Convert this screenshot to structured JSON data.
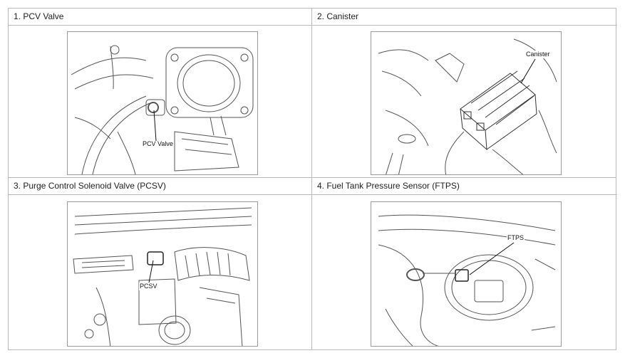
{
  "panels": [
    {
      "heading": "1. PCV Valve",
      "callout": "PCV Valve",
      "subject_icon": "pcv-valve-drawing"
    },
    {
      "heading": "2. Canister",
      "callout": "Canister",
      "subject_icon": "canister-drawing"
    },
    {
      "heading": "3. Purge Control Solenoid Valve (PCSV)",
      "callout": "PCSV",
      "subject_icon": "pcsv-drawing"
    },
    {
      "heading": "4. Fuel Tank Pressure Sensor (FTPS)",
      "callout": "FTPS",
      "subject_icon": "ftps-drawing"
    }
  ],
  "colors": {
    "border": "#b9b9b9",
    "line_art": "#555555"
  }
}
